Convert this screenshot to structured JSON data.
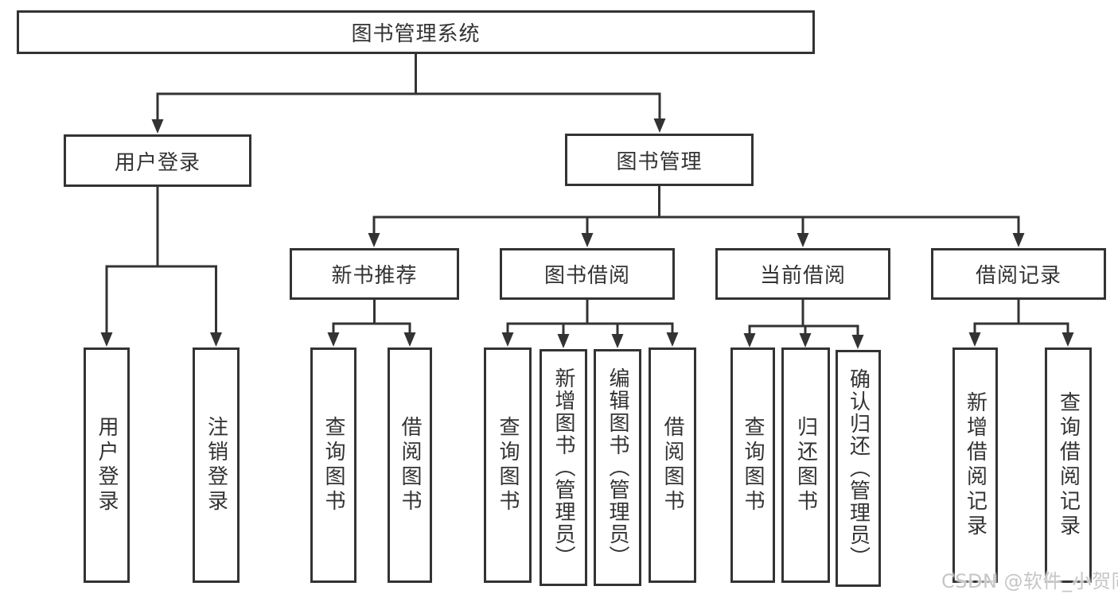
{
  "colors": {
    "line": "#333333",
    "box_border": "#333333",
    "text": "#333333",
    "background": "#ffffff",
    "watermark": "#c6c6c6"
  },
  "tree": {
    "root": "图书管理系统",
    "branches": [
      {
        "label": "用户登录",
        "children": [
          "用户登录",
          "注销登录"
        ]
      },
      {
        "label": "图书管理",
        "sections": [
          {
            "label": "新书推荐",
            "children": [
              "查询图书",
              "借阅图书"
            ]
          },
          {
            "label": "图书借阅",
            "children": [
              "查询图书",
              "新增图书（管理员）",
              "编辑图书（管理员）",
              "借阅图书"
            ]
          },
          {
            "label": "当前借阅",
            "children": [
              "查询图书",
              "归还图书",
              "确认归还（管理员）"
            ]
          },
          {
            "label": "借阅记录",
            "children": [
              "新增借阅记录",
              "查询借阅记录"
            ]
          }
        ]
      }
    ]
  },
  "watermark": {
    "text": "CSDN @软件_小贺同学"
  }
}
